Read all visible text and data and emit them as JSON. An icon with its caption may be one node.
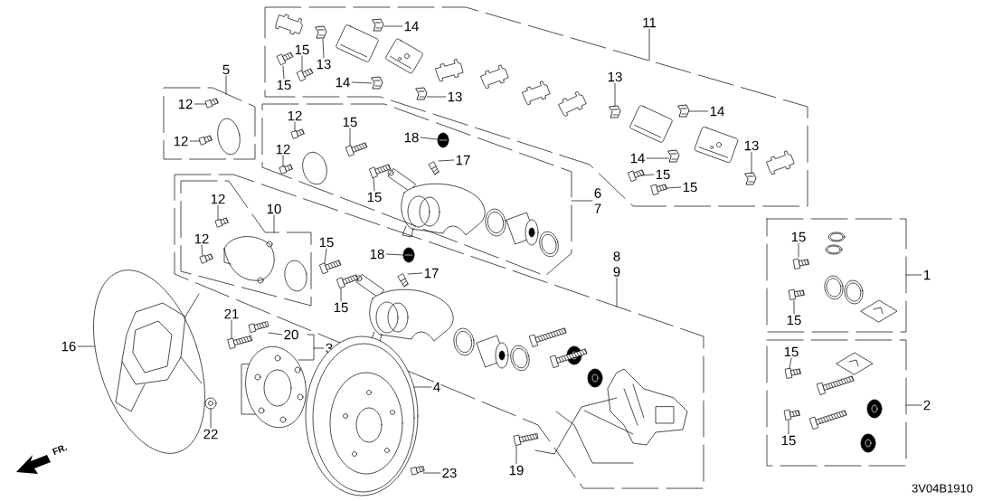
{
  "diagram": {
    "nodes": [
      {
        "text": [],
        "shape": "box"
      },
      {
        "text": [
          "11"
        ]
      },
      {
        "text": [
          "14"
        ],
        "in": 0
      },
      {
        "text": [],
        "shape": "picture",
        "in": 0
      },
      {
        "text": [
          "13"
        ],
        "in": 0
      },
      {
        "text": [],
        "shape": "picture",
        "in": 0
      },
      {
        "text": [
          "15"
        ],
        "in": 0
      },
      {
        "text": [],
        "shape": "picture",
        "in": 0
      },
      {
        "text": [
          "15"
        ],
        "in": 0
      },
      {
        "text": [],
        "shape": "picture",
        "in": 0
      },
      {
        "text": [
          "14"
        ],
        "in": 0
      },
      {
        "text": [],
        "shape": "picture",
        "in": 0
      },
      {
        "text": [
          "13"
        ],
        "in": 0
      },
      {
        "text": [],
        "shape": "picture",
        "in": 0
      },
      {
        "text": [
          "13"
        ],
        "in": 0
      },
      {
        "text": [],
        "shape": "picture",
        "in": 0
      },
      {
        "text": [
          "14"
        ],
        "in": 0
      },
      {
        "text": [],
        "shape": "picture",
        "in": 0
      },
      {
        "text": [
          "14"
        ],
        "in": 0
      },
      {
        "text": [],
        "shape": "picture",
        "in": 0
      },
      {
        "text": [
          "15"
        ],
        "in": 0
      },
      {
        "text": [],
        "shape": "picture",
        "in": 0
      },
      {
        "text": [
          "15"
        ],
        "in": 0
      },
      {
        "text": [],
        "shape": "picture",
        "in": 0
      },
      {
        "text": [
          "13"
        ],
        "in": 0
      },
      {
        "text": [],
        "shape": "picture",
        "in": 0
      },
      {
        "text": [],
        "shape": "box"
      },
      {
        "text": [
          "5"
        ]
      },
      {
        "text": [
          "12"
        ],
        "in": 26
      },
      {
        "text": [],
        "shape": "picture",
        "in": 26
      },
      {
        "text": [
          "12"
        ],
        "in": 26
      },
      {
        "text": [],
        "shape": "picture",
        "in": 26
      },
      {
        "text": [],
        "shape": "box"
      },
      {
        "text": [
          "6",
          "7"
        ]
      },
      {
        "text": [
          "12"
        ],
        "in": 32
      },
      {
        "text": [],
        "shape": "picture",
        "in": 32
      },
      {
        "text": [
          "12"
        ],
        "in": 32
      },
      {
        "text": [],
        "shape": "picture",
        "in": 32
      },
      {
        "text": [
          "15"
        ],
        "in": 32
      },
      {
        "text": [],
        "shape": "picture",
        "in": 32
      },
      {
        "text": [
          "15"
        ],
        "in": 32
      },
      {
        "text": [],
        "shape": "picture",
        "in": 32
      },
      {
        "text": [
          "18"
        ],
        "in": 32
      },
      {
        "text": [],
        "shape": "picture",
        "in": 32
      },
      {
        "text": [
          "17"
        ],
        "in": 32
      },
      {
        "text": [],
        "shape": "picture",
        "in": 32
      },
      {
        "text": [],
        "shape": "box"
      },
      {
        "text": [
          "8",
          "9"
        ]
      },
      {
        "text": [],
        "shape": "box",
        "in": 46
      },
      {
        "text": [
          "10"
        ],
        "in": 46
      },
      {
        "text": [
          "12"
        ],
        "in": 48
      },
      {
        "text": [],
        "shape": "picture",
        "in": 48
      },
      {
        "text": [
          "12"
        ],
        "in": 48
      },
      {
        "text": [],
        "shape": "picture",
        "in": 48
      },
      {
        "text": [
          "15"
        ],
        "in": 46
      },
      {
        "text": [],
        "shape": "picture",
        "in": 46
      },
      {
        "text": [
          "15"
        ],
        "in": 46
      },
      {
        "text": [],
        "shape": "picture",
        "in": 46
      },
      {
        "text": [
          "18"
        ],
        "in": 46
      },
      {
        "text": [],
        "shape": "picture",
        "in": 46
      },
      {
        "text": [
          "17"
        ],
        "in": 46
      },
      {
        "text": [],
        "shape": "picture",
        "in": 46
      },
      {
        "text": [],
        "shape": "box"
      },
      {
        "text": [
          "1"
        ]
      },
      {
        "text": [
          "15"
        ],
        "in": 62
      },
      {
        "text": [],
        "shape": "picture",
        "in": 62
      },
      {
        "text": [
          "15"
        ],
        "in": 62
      },
      {
        "text": [],
        "shape": "picture",
        "in": 62
      },
      {
        "text": [],
        "shape": "box"
      },
      {
        "text": [
          "2"
        ]
      },
      {
        "text": [
          "15"
        ],
        "in": 68
      },
      {
        "text": [],
        "shape": "picture",
        "in": 68
      },
      {
        "text": [
          "15"
        ],
        "in": 68
      },
      {
        "text": [],
        "shape": "picture",
        "in": 68
      },
      {
        "text": [
          "16"
        ]
      },
      {
        "text": [],
        "shape": "picture"
      },
      {
        "text": [
          "21"
        ]
      },
      {
        "text": [],
        "shape": "picture"
      },
      {
        "text": [
          "20"
        ]
      },
      {
        "text": [],
        "shape": "picture"
      },
      {
        "text": [
          "3"
        ]
      },
      {
        "text": [],
        "shape": "picture"
      },
      {
        "text": [
          "4"
        ]
      },
      {
        "text": [],
        "shape": "picture"
      },
      {
        "text": [
          "22"
        ]
      },
      {
        "text": [],
        "shape": "picture"
      },
      {
        "text": [
          "19"
        ]
      },
      {
        "text": [],
        "shape": "picture"
      },
      {
        "text": [
          "23"
        ]
      },
      {
        "text": [],
        "shape": "picture"
      }
    ],
    "edges": [
      {
        "from": 1,
        "to": 0,
        "arrow": "none"
      },
      {
        "from": 2,
        "to": 3,
        "arrow": "none"
      },
      {
        "from": 4,
        "to": 5,
        "arrow": "none"
      },
      {
        "from": 6,
        "to": 7,
        "arrow": "none"
      },
      {
        "from": 8,
        "to": 9,
        "arrow": "none"
      },
      {
        "from": 10,
        "to": 11,
        "arrow": "none"
      },
      {
        "from": 12,
        "to": 13,
        "arrow": "none"
      },
      {
        "from": 14,
        "to": 15,
        "arrow": "none"
      },
      {
        "from": 16,
        "to": 17,
        "arrow": "none"
      },
      {
        "from": 18,
        "to": 19,
        "arrow": "none"
      },
      {
        "from": 20,
        "to": 21,
        "arrow": "none"
      },
      {
        "from": 22,
        "to": 23,
        "arrow": "none"
      },
      {
        "from": 24,
        "to": 25,
        "arrow": "none"
      },
      {
        "from": 27,
        "to": 26,
        "arrow": "none"
      },
      {
        "from": 28,
        "to": 29,
        "arrow": "none"
      },
      {
        "from": 30,
        "to": 31,
        "arrow": "none"
      },
      {
        "from": 33,
        "to": 32,
        "arrow": "none"
      },
      {
        "from": 34,
        "to": 35,
        "arrow": "none"
      },
      {
        "from": 36,
        "to": 37,
        "arrow": "none"
      },
      {
        "from": 38,
        "to": 39,
        "arrow": "none"
      },
      {
        "from": 40,
        "to": 41,
        "arrow": "none"
      },
      {
        "from": 42,
        "to": 43,
        "arrow": "none"
      },
      {
        "from": 44,
        "to": 45,
        "arrow": "none"
      },
      {
        "from": 47,
        "to": 46,
        "arrow": "none"
      },
      {
        "from": 49,
        "to": 48,
        "arrow": "none"
      },
      {
        "from": 50,
        "to": 51,
        "arrow": "none"
      },
      {
        "from": 52,
        "to": 53,
        "arrow": "none"
      },
      {
        "from": 54,
        "to": 55,
        "arrow": "none"
      },
      {
        "from": 56,
        "to": 57,
        "arrow": "none"
      },
      {
        "from": 58,
        "to": 59,
        "arrow": "none"
      },
      {
        "from": 60,
        "to": 61,
        "arrow": "none"
      },
      {
        "from": 63,
        "to": 62,
        "arrow": "none"
      },
      {
        "from": 64,
        "to": 65,
        "arrow": "none"
      },
      {
        "from": 66,
        "to": 67,
        "arrow": "none"
      },
      {
        "from": 69,
        "to": 68,
        "arrow": "none"
      },
      {
        "from": 70,
        "to": 71,
        "arrow": "none"
      },
      {
        "from": 72,
        "to": 73,
        "arrow": "none"
      },
      {
        "from": 74,
        "to": 75,
        "arrow": "none"
      },
      {
        "from": 76,
        "to": 77,
        "arrow": "none"
      },
      {
        "from": 78,
        "to": 79,
        "arrow": "none"
      },
      {
        "from": 80,
        "to": 81,
        "arrow": "none"
      },
      {
        "from": 82,
        "to": 83,
        "arrow": "none"
      },
      {
        "from": 84,
        "to": 85,
        "arrow": "none"
      },
      {
        "from": 86,
        "to": 87,
        "arrow": "none"
      },
      {
        "from": 88,
        "to": 89,
        "arrow": "none"
      }
    ],
    "labels": [
      "FR.",
      "3V04B1910"
    ]
  }
}
